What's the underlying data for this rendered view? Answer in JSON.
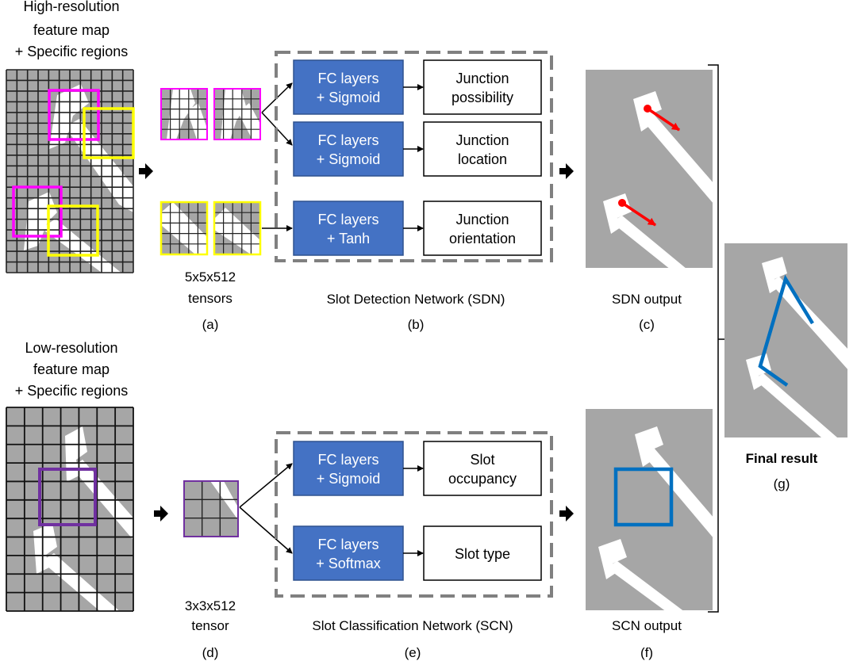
{
  "top_map_label": [
    "High-resolution",
    "feature map",
    "+ Specific regions"
  ],
  "bottom_map_label": [
    "Low-resolution",
    "feature map",
    "+ Specific regions"
  ],
  "tensor_top_label": [
    "5x5x512",
    "tensors"
  ],
  "tensor_bottom_label": [
    "3x3x512",
    "tensor"
  ],
  "sdn": {
    "title": "Slot Detection Network (SDN)",
    "blocks": [
      {
        "fc": [
          "FC layers",
          "+ Sigmoid"
        ],
        "out": [
          "Junction",
          "possibility"
        ]
      },
      {
        "fc": [
          "FC layers",
          "+ Sigmoid"
        ],
        "out": [
          "Junction",
          "location"
        ]
      },
      {
        "fc": [
          "FC layers",
          "+ Tanh"
        ],
        "out": [
          "Junction",
          "orientation"
        ]
      }
    ]
  },
  "scn": {
    "title": "Slot Classification Network (SCN)",
    "blocks": [
      {
        "fc": [
          "FC layers",
          "+ Sigmoid"
        ],
        "out": [
          "Slot",
          "occupancy"
        ]
      },
      {
        "fc": [
          "FC layers",
          "+ Softmax"
        ],
        "out": [
          "Slot type"
        ]
      }
    ]
  },
  "sdn_output_label": "SDN output",
  "scn_output_label": "SCN output",
  "final_label": "Final result",
  "panel_letters": {
    "a": "(a)",
    "b": "(b)",
    "c": "(c)",
    "d": "(d)",
    "e": "(e)",
    "f": "(f)",
    "g": "(g)"
  },
  "colors": {
    "fc_block": "#4472c4",
    "grey_map": "#a6a6a6",
    "magenta": "#ff00ff",
    "yellow": "#ffff00",
    "purple": "#7030a0",
    "blue_result": "#0070c0",
    "red_arrow": "#ff0000",
    "dash_border": "#808080"
  }
}
